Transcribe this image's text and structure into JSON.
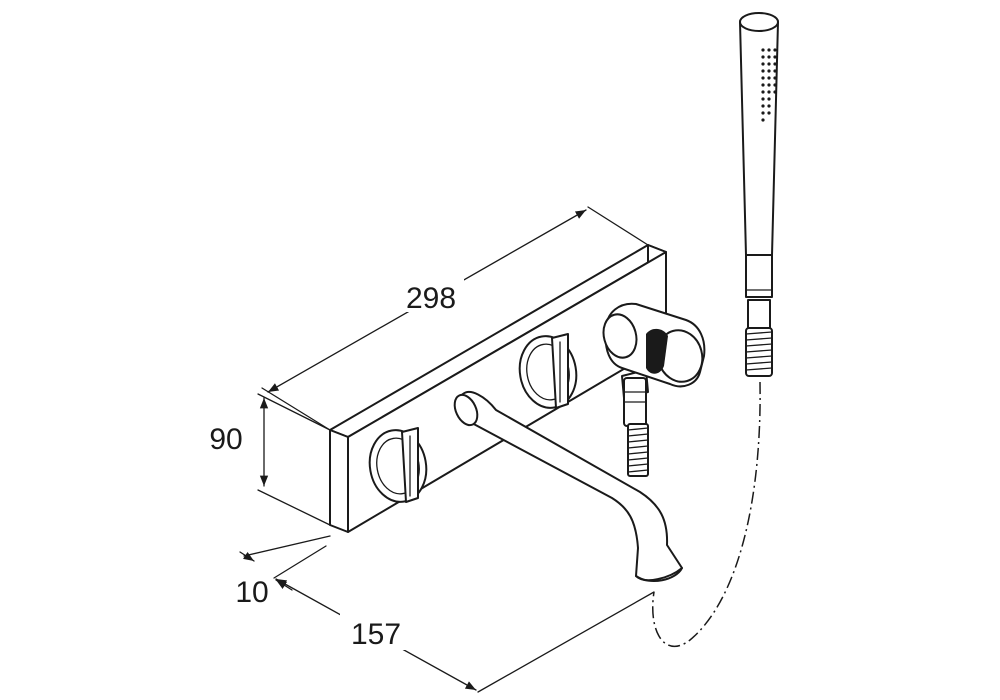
{
  "dimensions": {
    "width": "298",
    "height": "90",
    "plate_depth": "10",
    "spout_projection": "157"
  },
  "colors": {
    "line": "#1a1a1a",
    "background": "#ffffff"
  }
}
